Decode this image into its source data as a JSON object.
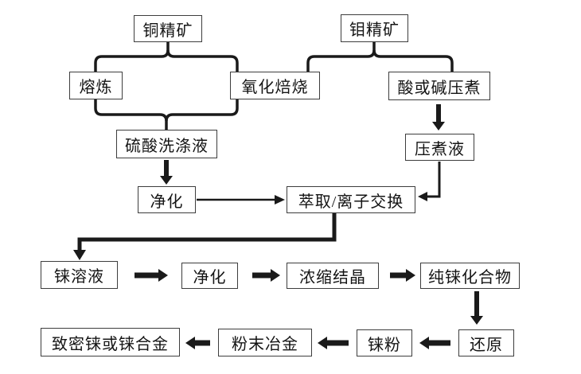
{
  "diagram": {
    "description": "Rhenium extraction metallurgical process flowchart",
    "colors": {
      "background": "#ffffff",
      "line": "#1a1a1a",
      "box_border": "#3d3d3d",
      "text": "#141414"
    },
    "nodes": {
      "copper_concentrate": "铜精矿",
      "moly_concentrate": "钼精矿",
      "smelting": "熔炼",
      "oxidative_roasting": "氧化焙烧",
      "acid_alkali_pressure_leach": "酸或碱压煮",
      "sulfuric_acid_wash_liquor": "硫酸洗涤液",
      "pressure_leach_liquor": "压煮液",
      "purification_1": "净化",
      "extraction_ion_exchange": "萃取/离子交换",
      "rhenium_solution": "铼溶液",
      "purification_2": "净化",
      "concentration_crystallization": "浓缩结晶",
      "pure_rhenium_compound": "纯铼化合物",
      "reduction": "还原",
      "rhenium_powder": "铼粉",
      "powder_metallurgy": "粉末冶金",
      "dense_rhenium_or_alloy": "致密铼或铼合金"
    }
  }
}
